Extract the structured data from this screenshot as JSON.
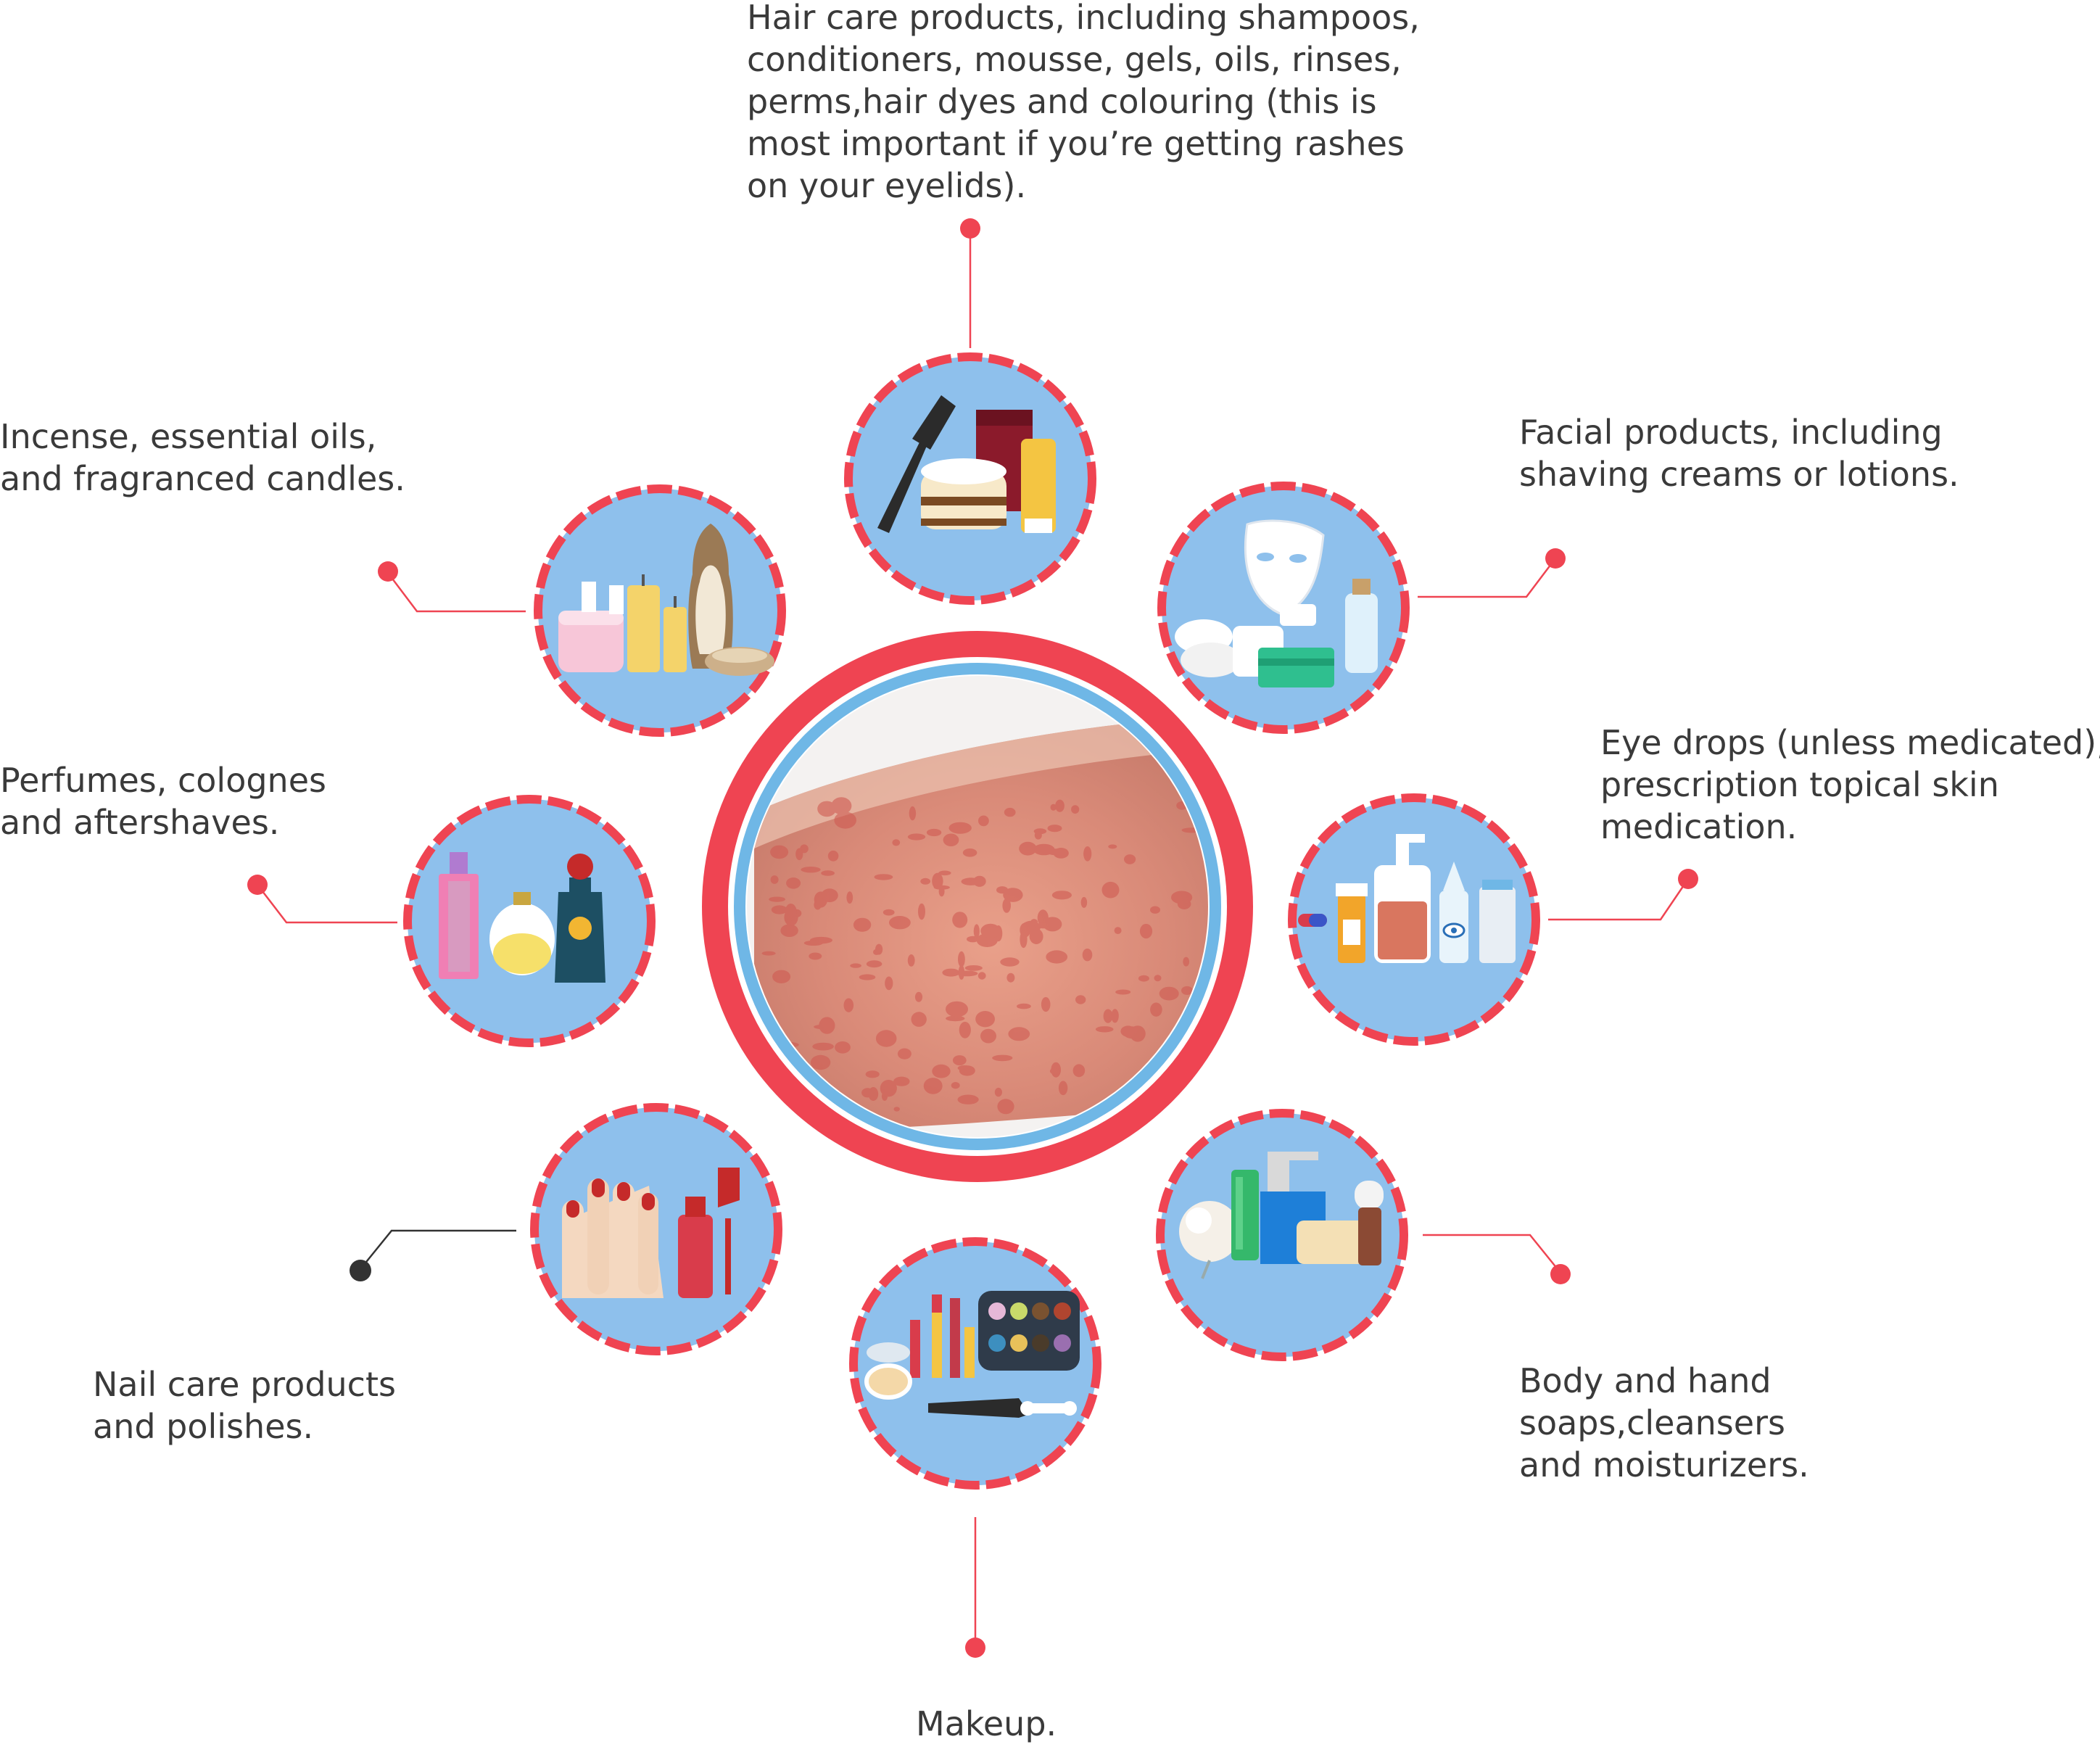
{
  "colors": {
    "accent": "#ef4452",
    "circle_fill": "#8ec0ec",
    "inner_ring": "#6fb7e6",
    "text": "#3a3a3a",
    "nail_dot": "#333333"
  },
  "center": {
    "icon": "rash-arm-photo"
  },
  "items": [
    {
      "id": "hair",
      "icon": "hair-care-icon",
      "lines": [
        "Hair care products, including shampoos,",
        "conditioners, mousse, gels, oils, rinses,",
        "perms,hair dyes and colouring (this is",
        "most important if you’re getting rashes",
        "on your eyelids)."
      ]
    },
    {
      "id": "facial",
      "icon": "facial-products-icon",
      "lines": [
        "Facial products, including",
        "shaving creams or lotions."
      ]
    },
    {
      "id": "eyedrops",
      "icon": "eye-drops-icon",
      "lines": [
        "Eye drops (unless medicated),",
        "prescription topical skin",
        "medication."
      ]
    },
    {
      "id": "body",
      "icon": "body-soap-icon",
      "lines": [
        "Body and hand",
        "soaps,cleansers",
        "and moisturizers."
      ]
    },
    {
      "id": "makeup",
      "icon": "makeup-icon",
      "lines": [
        "Makeup."
      ]
    },
    {
      "id": "nail",
      "icon": "nail-care-icon",
      "lines": [
        "Nail care products",
        "and polishes."
      ]
    },
    {
      "id": "perfume",
      "icon": "perfume-icon",
      "lines": [
        "Perfumes, colognes",
        "and aftershaves."
      ]
    },
    {
      "id": "incense",
      "icon": "incense-candles-icon",
      "lines": [
        "Incense, essential oils,",
        "and fragranced candles."
      ]
    }
  ]
}
